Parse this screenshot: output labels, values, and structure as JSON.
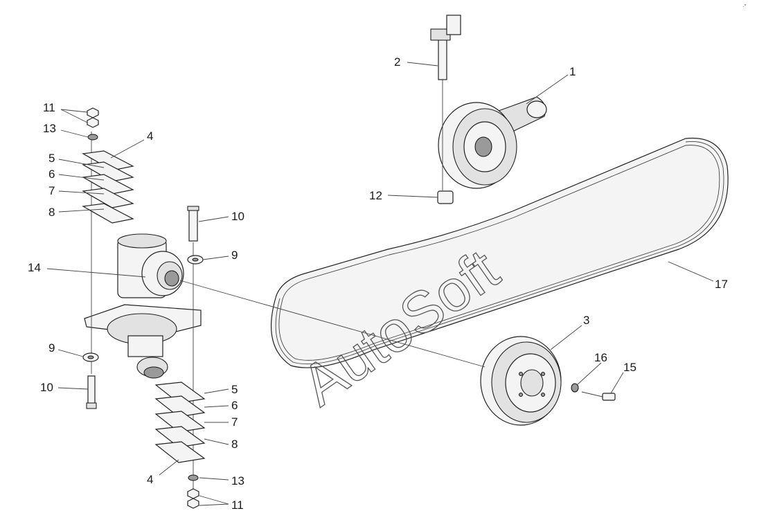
{
  "watermark": "AutoSoft",
  "corner_mark": "·″",
  "callouts": {
    "c1": "1",
    "c2": "2",
    "c3": "3",
    "c4_top": "4",
    "c4_bottom": "4",
    "c5_top": "5",
    "c5_bottom": "5",
    "c6_top": "6",
    "c6_bottom": "6",
    "c7_top": "7",
    "c7_bottom": "7",
    "c8_top": "8",
    "c8_bottom": "8",
    "c9_right": "9",
    "c9_left": "9",
    "c10_right": "10",
    "c10_left": "10",
    "c11_top": "11",
    "c11_bottom": "11",
    "c12": "12",
    "c13_top": "13",
    "c13_bottom": "13",
    "c14": "14",
    "c15": "15",
    "c16": "16",
    "c17": "17"
  }
}
